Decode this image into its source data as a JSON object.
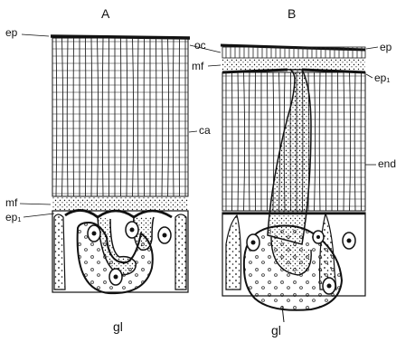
{
  "panels": {
    "left": "A",
    "right": "B"
  },
  "labels": {
    "ep_left": "ep",
    "oc": "oc",
    "ca": "ca",
    "mf_left": "mf",
    "ep1_left": "ep₁",
    "gl_left": "gl",
    "ep_right": "ep",
    "mf_right": "mf",
    "ep1_right": "ep₁",
    "end": "end",
    "gl_right": "gl"
  },
  "colors": {
    "ink": "#111111",
    "paper": "#ffffff"
  }
}
